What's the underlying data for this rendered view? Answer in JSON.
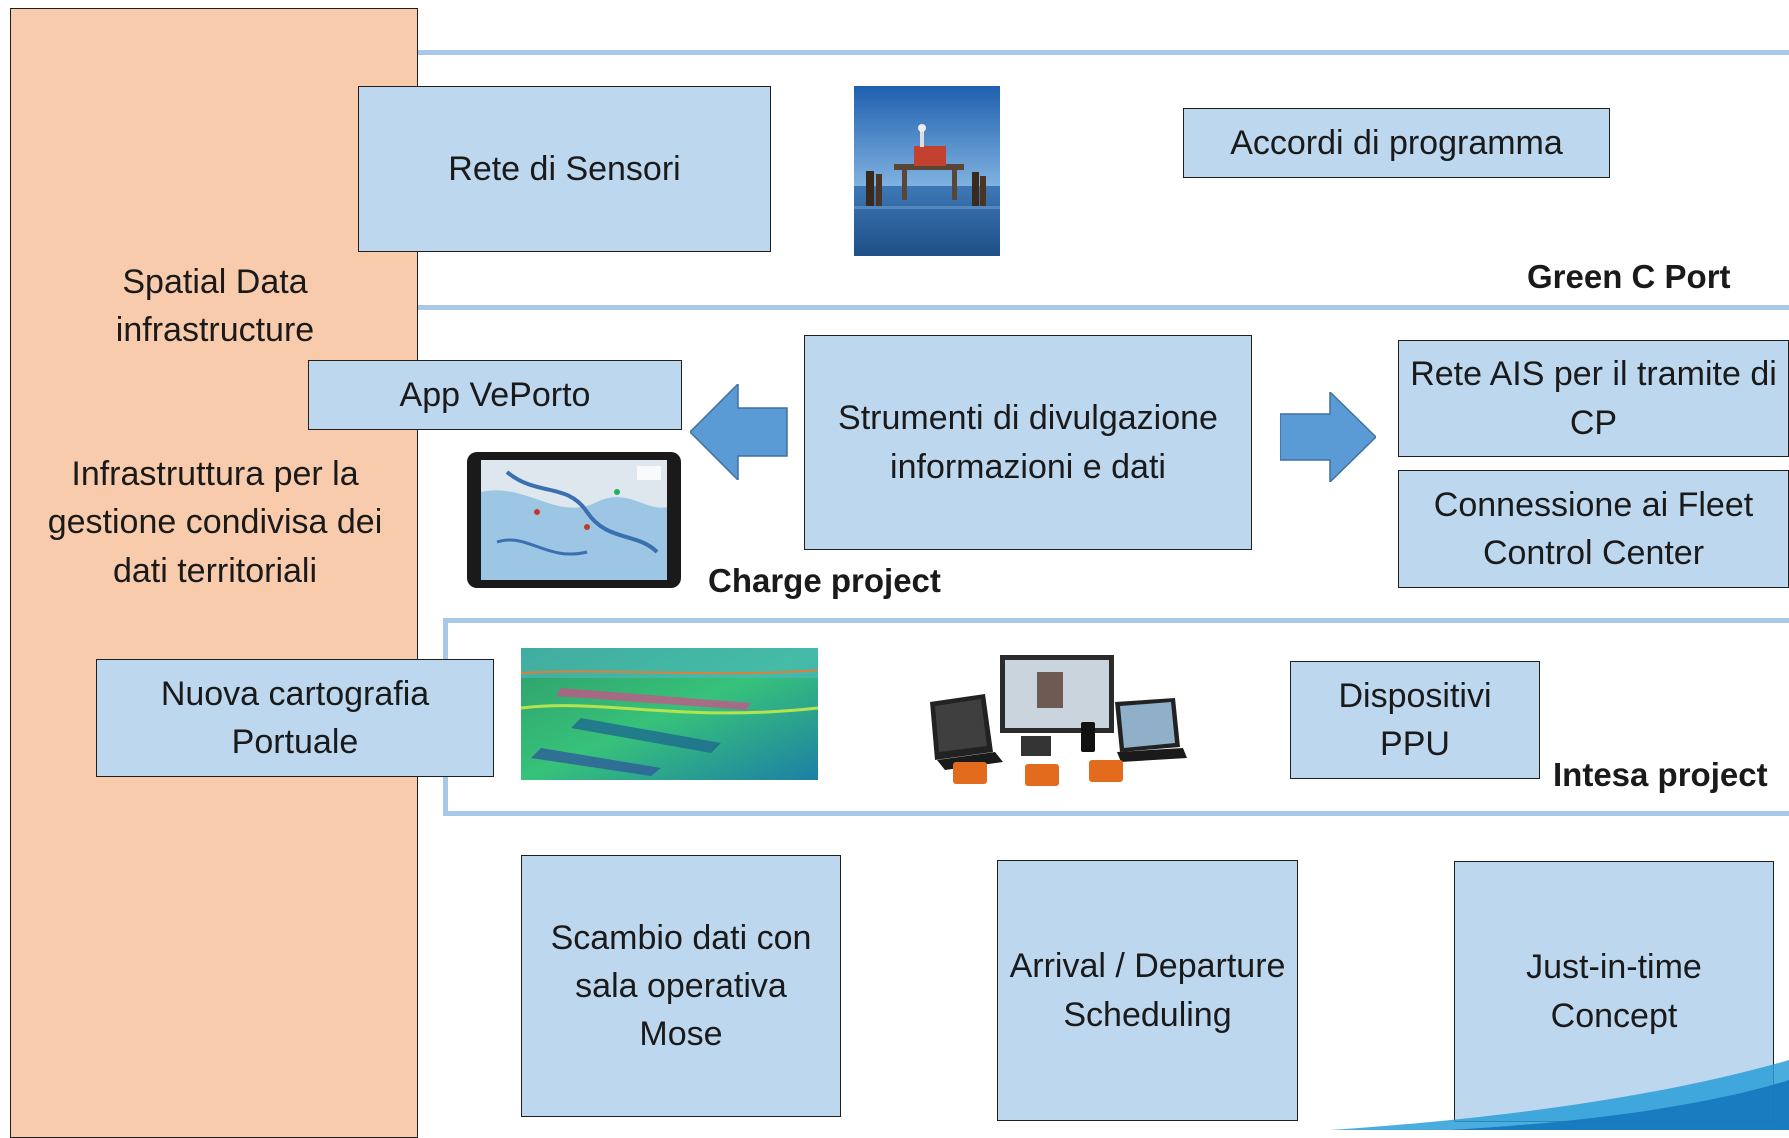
{
  "sidebar": {
    "title": "Spatial Data infrastructure",
    "description": "Infrastruttura per la gestione condivisa dei dati territoriali"
  },
  "green_c_port": {
    "label": "Green C Port",
    "rete_sensori": "Rete di Sensori",
    "accordi": "Accordi di programma"
  },
  "charge_project": {
    "label": "Charge project",
    "app_veporto": "App VePorto",
    "strumenti": "Strumenti di divulgazione informazioni e dati",
    "rete_ais": "Rete AIS per il tramite di CP",
    "connessione_fleet": "Connessione ai Fleet Control Center"
  },
  "intesa_project": {
    "label": "Intesa project",
    "cartografia": "Nuova cartografia Portuale",
    "dispositivi": "Dispositivi PPU"
  },
  "bottom": {
    "scambio": "Scambio dati con sala operativa Mose",
    "arrival": "Arrival / Departure Scheduling",
    "jit": "Just-in-time Concept"
  },
  "colors": {
    "box_fill": "#bdd7ee",
    "sidebar_fill": "#f8cbad",
    "band_line": "#a9c8e8",
    "arrow": "#5b9bd5"
  }
}
